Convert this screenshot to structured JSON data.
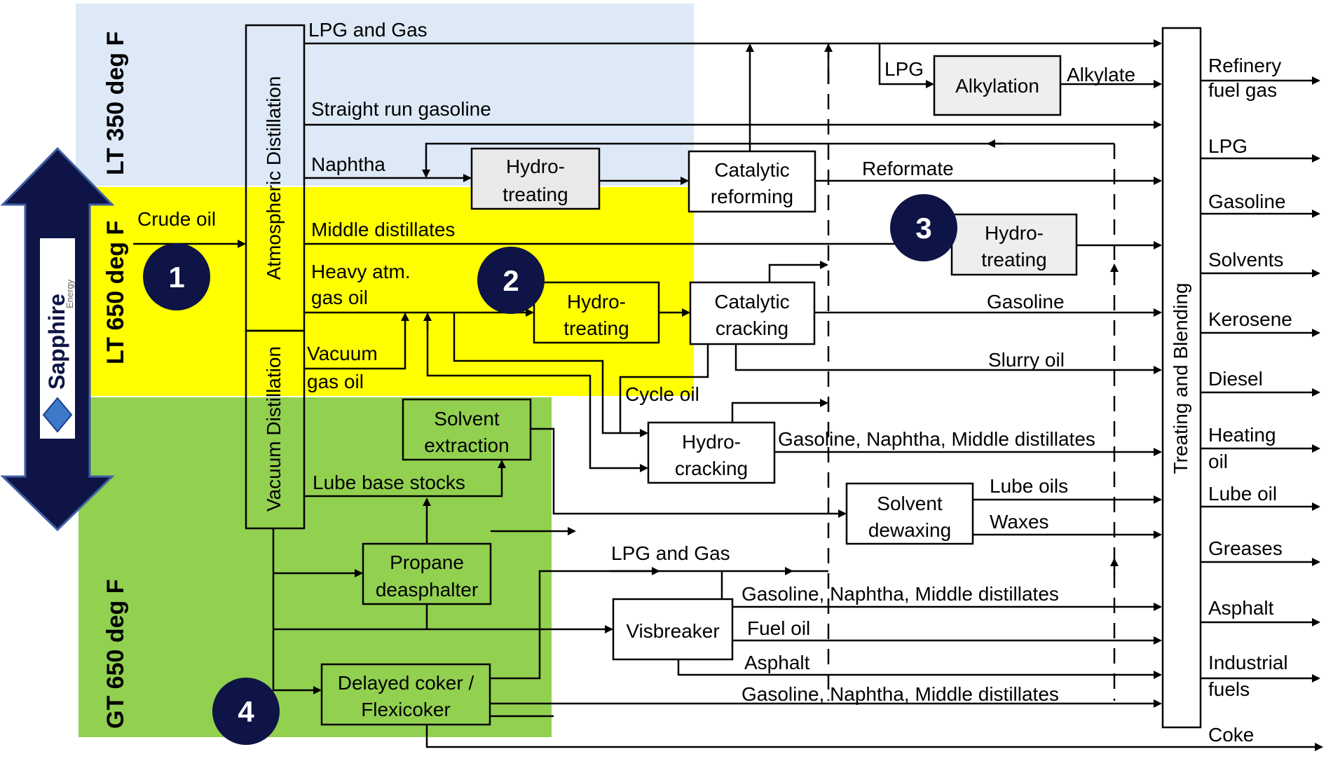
{
  "colors": {
    "zone_light": "#dde9f6",
    "zone_mid": "#ffff00",
    "zone_heavy": "#92d050",
    "marker": "#0e1445",
    "arrow": "#0e1445",
    "text": "#000000"
  },
  "zones": {
    "light": "LT 350 deg F",
    "mid": "LT 650 deg F",
    "heavy": "GT 650 deg F"
  },
  "logo": {
    "name": "Sapphire",
    "sub": "Energy"
  },
  "markers": [
    "1",
    "2",
    "3",
    "4"
  ],
  "units": {
    "atm_dist": "Atmospheric Distillation",
    "vac_dist": "Vacuum Distillation",
    "hydrotreat1": [
      "Hydro-",
      "treating"
    ],
    "cat_reform": [
      "Catalytic",
      "reforming"
    ],
    "alkylation": "Alkylation",
    "hydrotreat3": [
      "Hydro-",
      "treating"
    ],
    "hydrotreat2": [
      "Hydro-",
      "treating"
    ],
    "cat_crack": [
      "Catalytic",
      "cracking"
    ],
    "solvent_extraction": [
      "Solvent",
      "extraction"
    ],
    "hydrocracking": [
      "Hydro-",
      "cracking"
    ],
    "solvent_dewaxing": [
      "Solvent",
      "dewaxing"
    ],
    "propane": [
      "Propane",
      "deasphalter"
    ],
    "visbreaker": "Visbreaker",
    "coker": [
      "Delayed coker /",
      "Flexicoker"
    ],
    "treating": "Treating and Blending"
  },
  "streams": {
    "crude": "Crude oil",
    "lpg_gas": "LPG and Gas",
    "srg": "Straight run gasoline",
    "naphtha": "Naphtha",
    "middle": "Middle distillates",
    "heavy_atm": [
      "Heavy atm.",
      "gas oil"
    ],
    "vac_gas_oil": [
      "Vacuum",
      "gas oil"
    ],
    "lube_base": "Lube base stocks",
    "lpg": "LPG",
    "alkylate": "Alkylate",
    "reformate": "Reformate",
    "gasoline": "Gasoline",
    "slurry": "Slurry oil",
    "cycle": "Cycle oil",
    "gnm1": "Gasoline, Naphtha, Middle distillates",
    "lube_oils": "Lube oils",
    "waxes": "Waxes",
    "lpg_gas2": "LPG and Gas",
    "gnm2": "Gasoline, Naphtha, Middle distillates",
    "fuel_oil": "Fuel oil",
    "asphalt": "Asphalt",
    "gnm3": "Gasoline, Naphtha, Middle distillates"
  },
  "products": [
    [
      "Refinery",
      "fuel gas"
    ],
    [
      "LPG"
    ],
    [
      "Gasoline"
    ],
    [
      "Solvents"
    ],
    [
      "Kerosene"
    ],
    [
      "Diesel"
    ],
    [
      "Heating",
      "oil"
    ],
    [
      "Lube oil"
    ],
    [
      "Greases"
    ],
    [
      "Asphalt"
    ],
    [
      "Industrial",
      "fuels"
    ],
    [
      "Coke"
    ]
  ]
}
